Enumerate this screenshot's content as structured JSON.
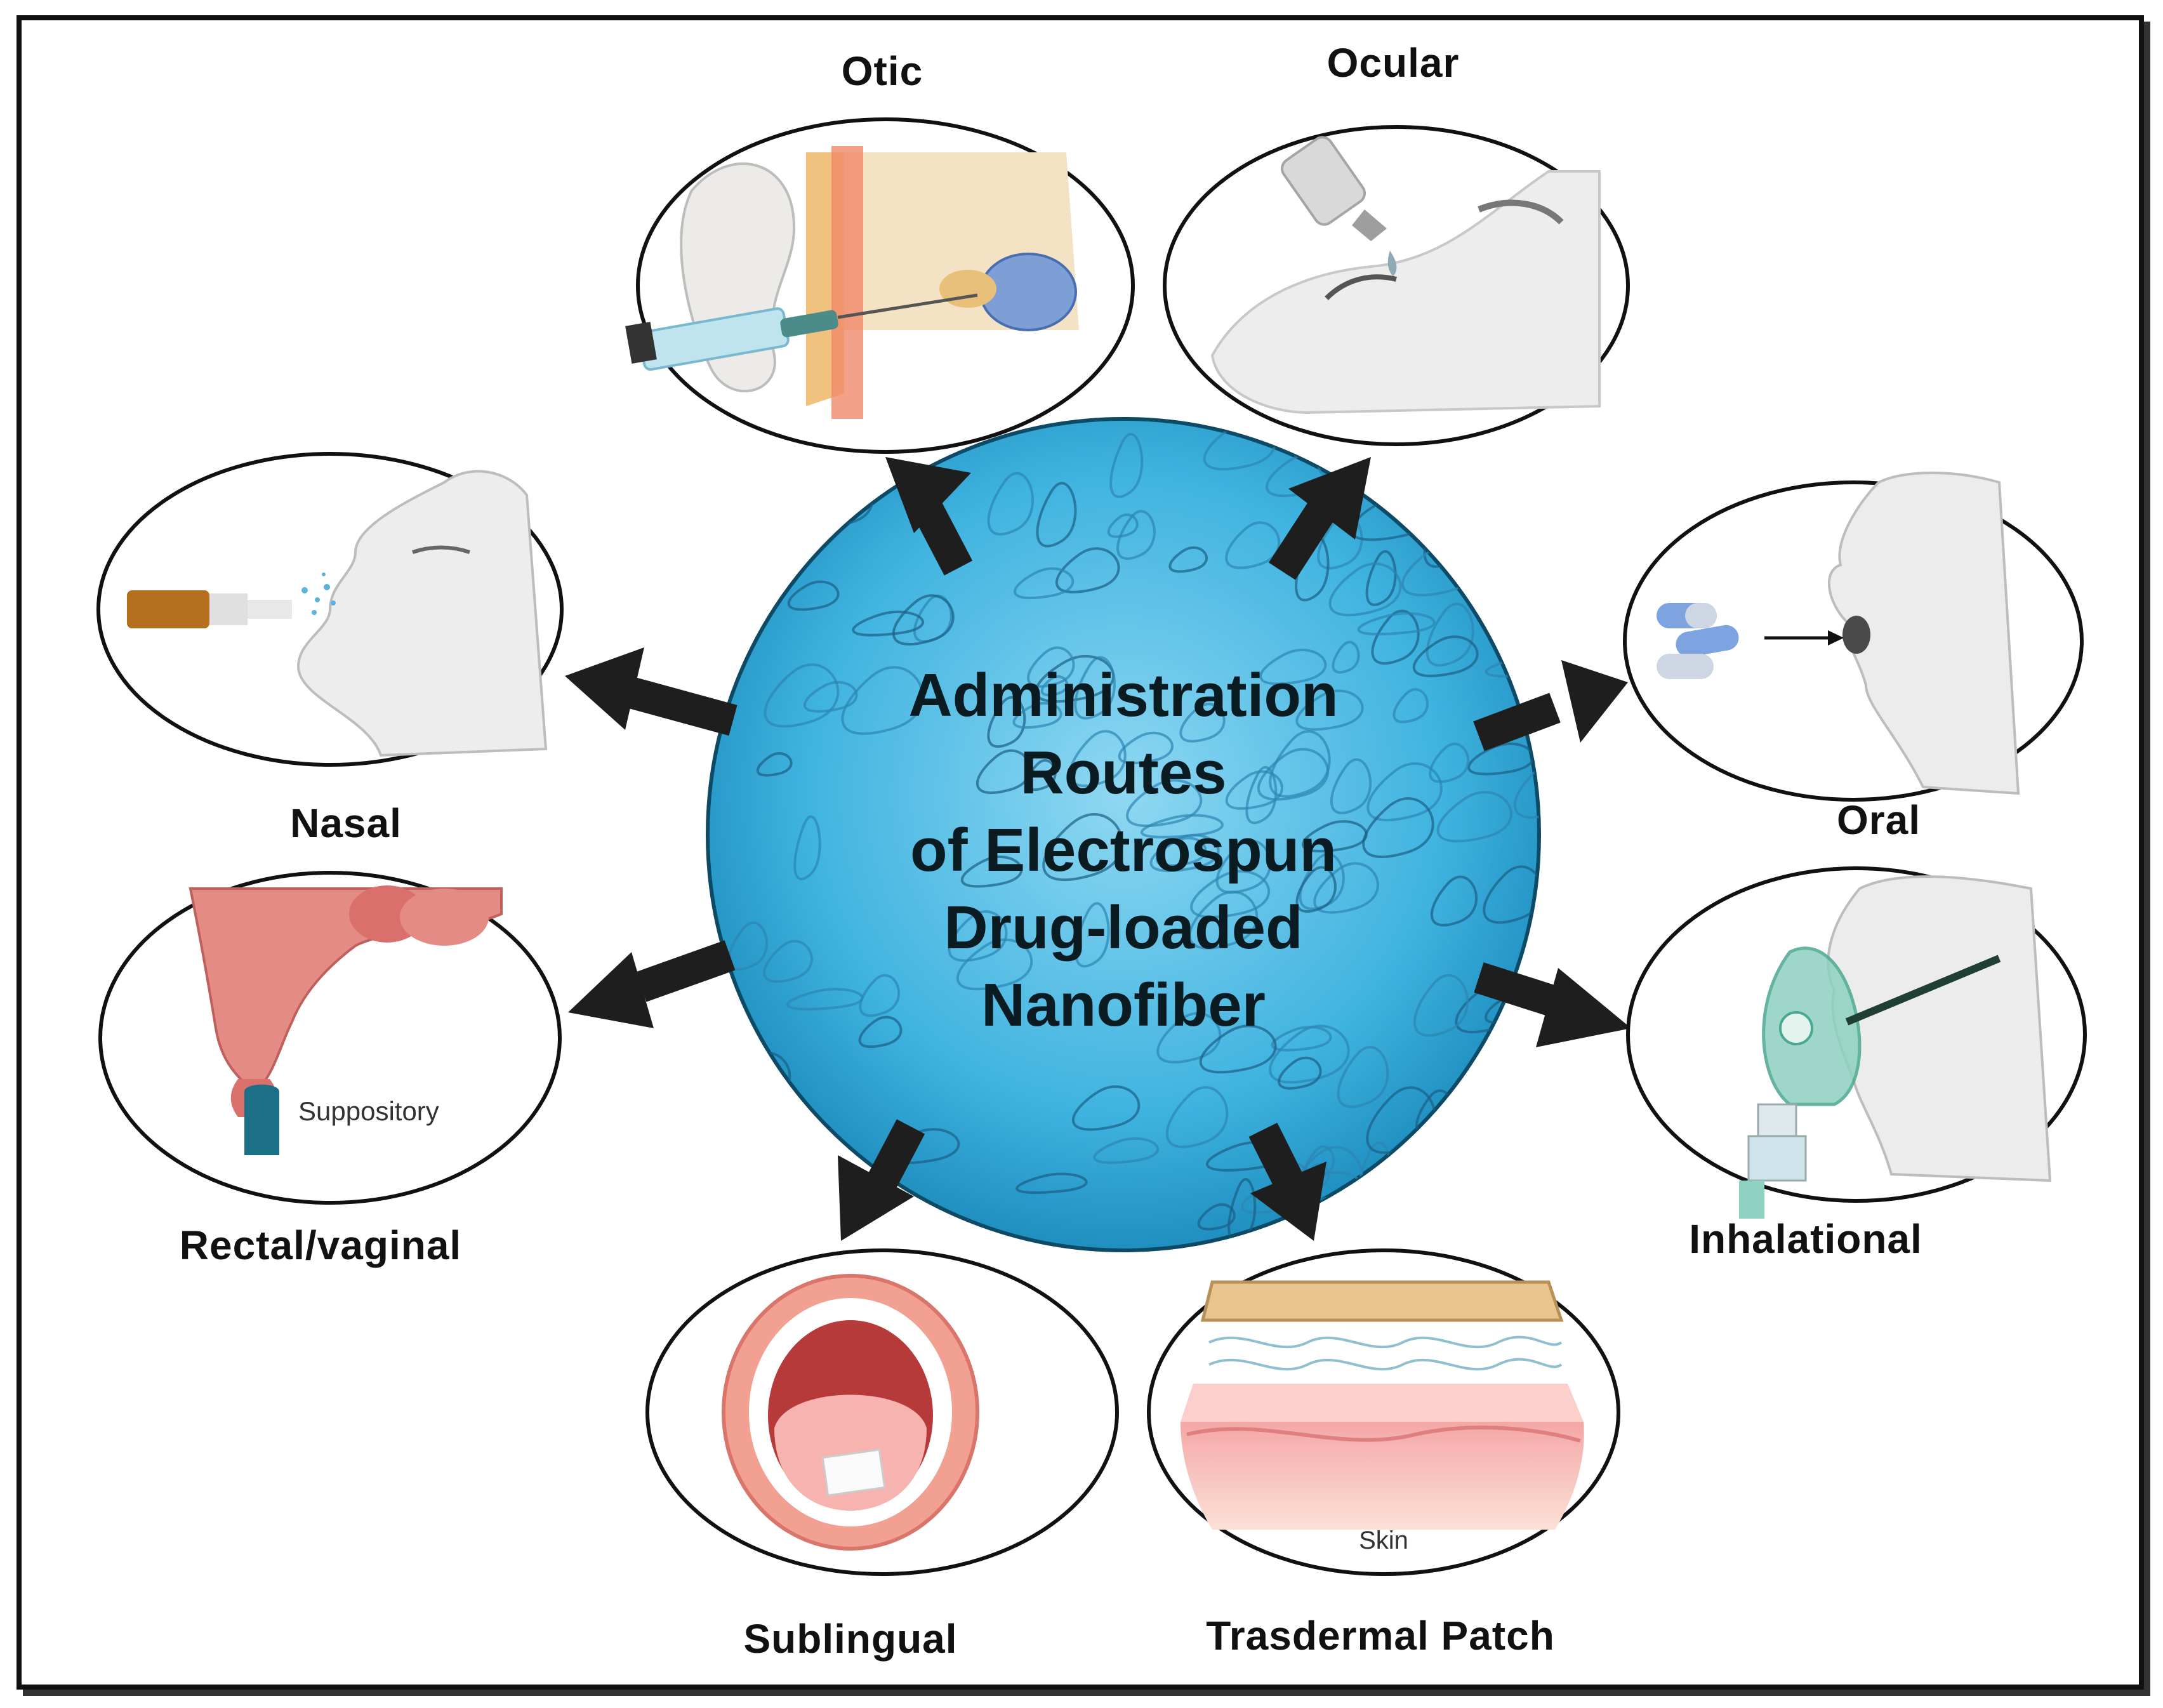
{
  "center": {
    "lines": [
      "Administration",
      "Routes",
      "of Electrospun",
      "Drug-loaded",
      "Nanofiber"
    ]
  },
  "routes": {
    "otic": "Otic",
    "ocular": "Ocular",
    "nasal": "Nasal",
    "oral": "Oral",
    "rectal": "Rectal/vaginal",
    "inhalational": "Inhalational",
    "sublingual": "Sublingual",
    "transdermal": "Trasdermal Patch"
  },
  "inset_labels": {
    "suppository": "Suppository",
    "skin": "Skin"
  },
  "icons": [
    "ear-syringe-icon",
    "eye-dropper-icon",
    "nasal-spray-icon",
    "pills-mouth-icon",
    "suppository-icon",
    "oxygen-mask-icon",
    "open-mouth-icon",
    "skin-patch-icon"
  ],
  "colors": {
    "hub_blue": "#2aa6d6",
    "fiber_dark": "#1b5f86",
    "arrow": "#1e1e1e",
    "frame": "#111111"
  }
}
